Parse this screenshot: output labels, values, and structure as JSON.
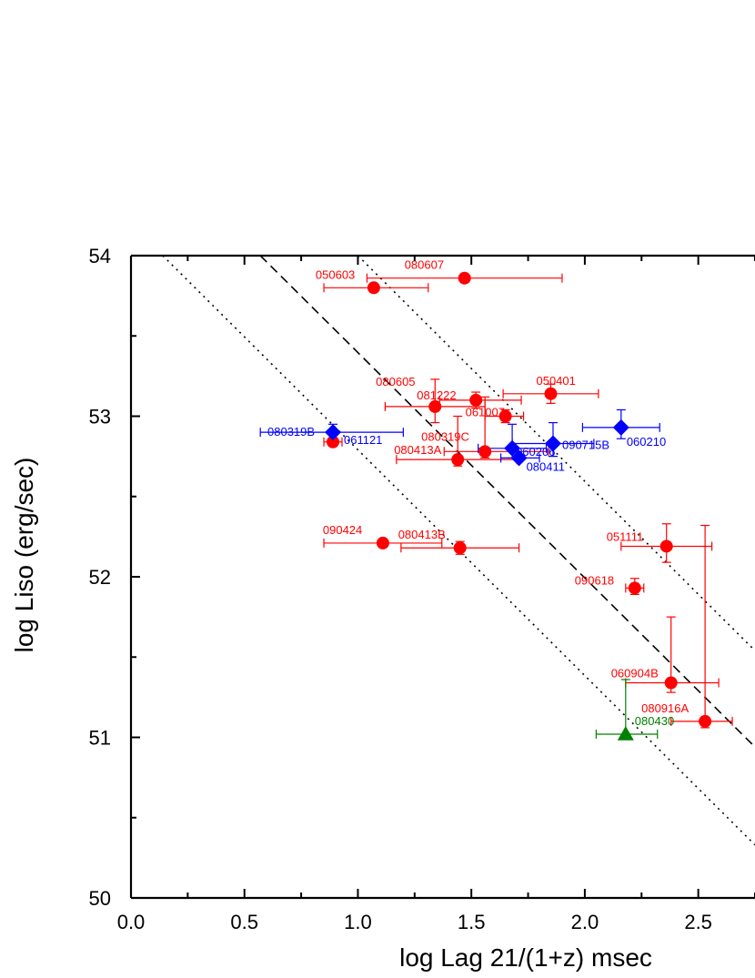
{
  "chart_data": {
    "type": "scatter",
    "title": "",
    "xlabel": "log Lag 21/(1+z)  msec",
    "ylabel": "log Liso (erg/sec)",
    "xlim": [
      0.0,
      2.75
    ],
    "ylim": [
      50,
      54
    ],
    "x_ticks": [
      0.0,
      0.5,
      1.0,
      1.5,
      2.0,
      2.5
    ],
    "x_tick_labels": [
      "0.0",
      "0.5",
      "1.0",
      "1.5",
      "2.0",
      "2.5"
    ],
    "y_ticks": [
      50,
      51,
      52,
      53,
      54
    ],
    "y_tick_labels": [
      "50",
      "51",
      "52",
      "53",
      "54"
    ],
    "grid": false,
    "legend": "none",
    "colors": {
      "red": "#ff0000",
      "blue": "#0000ff",
      "green": "#008000",
      "axis": "#000000"
    },
    "lines": [
      {
        "style": "dashed",
        "x": [
          0.57,
          2.75
        ],
        "y": [
          54.0,
          50.94
        ]
      },
      {
        "style": "dotted",
        "x": [
          0.14,
          2.75
        ],
        "y": [
          54.0,
          50.33
        ]
      },
      {
        "style": "dotted",
        "x": [
          1.0,
          2.75
        ],
        "y": [
          54.0,
          51.54
        ]
      }
    ],
    "series": [
      {
        "color": "red",
        "marker": "circle",
        "points": [
          {
            "label": "050603",
            "x": 1.07,
            "y": 53.8,
            "xerr": [
              0.85,
              1.31
            ]
          },
          {
            "label": "080607",
            "x": 1.47,
            "y": 53.86,
            "xerr": [
              1.04,
              1.9
            ]
          },
          {
            "label": "081222",
            "x": 1.34,
            "y": 53.06,
            "xerr": [
              1.12,
              1.56
            ],
            "yerr": [
              52.96,
              53.23
            ]
          },
          {
            "label": "080605",
            "x": 1.52,
            "y": 53.1,
            "xerr": [
              1.36,
              1.72
            ],
            "yerr": [
              53.05,
              53.15
            ]
          },
          {
            "label": "050401",
            "x": 1.85,
            "y": 53.14,
            "xerr": [
              1.64,
              2.06
            ],
            "yerr": [
              53.08,
              53.2
            ]
          },
          {
            "label": "061007",
            "x": 1.65,
            "y": 53.0,
            "xerr": [
              1.56,
              1.73
            ],
            "yerr": [
              52.96,
              53.04
            ]
          },
          {
            "label": "080319C",
            "x": 1.56,
            "y": 52.78,
            "xerr": [
              1.38,
              1.84
            ],
            "yerr": [
              52.74,
              53.12
            ]
          },
          {
            "label": "080413A",
            "x": 1.44,
            "y": 52.73,
            "xerr": [
              1.17,
              1.7
            ],
            "yerr": [
              52.69,
              53.0
            ]
          },
          {
            "label": "",
            "x": 0.89,
            "y": 52.84,
            "xerr": [
              0.85,
              0.93
            ]
          },
          {
            "label": "090424",
            "x": 1.11,
            "y": 52.21,
            "xerr": [
              0.85,
              1.37
            ]
          },
          {
            "label": "080413B",
            "x": 1.45,
            "y": 52.18,
            "xerr": [
              1.19,
              1.71
            ],
            "yerr": [
              52.14,
              52.22
            ]
          },
          {
            "label": "051111",
            "x": 2.36,
            "y": 52.19,
            "xerr": [
              2.16,
              2.56
            ],
            "yerr": [
              52.09,
              52.33
            ]
          },
          {
            "label": "090618",
            "x": 2.22,
            "y": 51.93,
            "xerr": [
              2.18,
              2.26
            ],
            "yerr": [
              51.89,
              51.99
            ]
          },
          {
            "label": "060904B",
            "x": 2.38,
            "y": 51.34,
            "xerr": [
              2.18,
              2.59
            ],
            "yerr": [
              51.28,
              51.75
            ]
          },
          {
            "label": "080916A",
            "x": 2.53,
            "y": 51.1,
            "xerr": [
              2.38,
              2.65
            ],
            "yerr": [
              51.06,
              52.32
            ]
          }
        ]
      },
      {
        "color": "blue",
        "marker": "diamond",
        "points": [
          {
            "label": "080319B",
            "x": 0.89,
            "y": 52.9,
            "xerr": [
              0.57,
              1.2
            ],
            "yerr": [
              52.85,
              52.95
            ]
          },
          {
            "label": "061121",
            "x": 0.89,
            "y": 52.9,
            "label_only": true
          },
          {
            "label": "060206",
            "x": 1.68,
            "y": 52.8,
            "xerr": [
              1.53,
              1.83
            ],
            "yerr": [
              52.74,
              52.95
            ]
          },
          {
            "label": "080411",
            "x": 1.71,
            "y": 52.74,
            "xerr": [
              1.63,
              1.8
            ]
          },
          {
            "label": "090715B",
            "x": 1.86,
            "y": 52.83,
            "xerr": [
              1.68,
              2.04
            ],
            "yerr": [
              52.75,
              52.96
            ]
          },
          {
            "label": "060210",
            "x": 2.16,
            "y": 52.93,
            "xerr": [
              1.99,
              2.33
            ],
            "yerr": [
              52.86,
              53.04
            ]
          }
        ]
      },
      {
        "color": "green",
        "marker": "triangle",
        "points": [
          {
            "label": "080430",
            "x": 2.18,
            "y": 51.02,
            "xerr": [
              2.05,
              2.32
            ],
            "yerr": [
              51.02,
              51.36
            ]
          }
        ]
      }
    ]
  }
}
